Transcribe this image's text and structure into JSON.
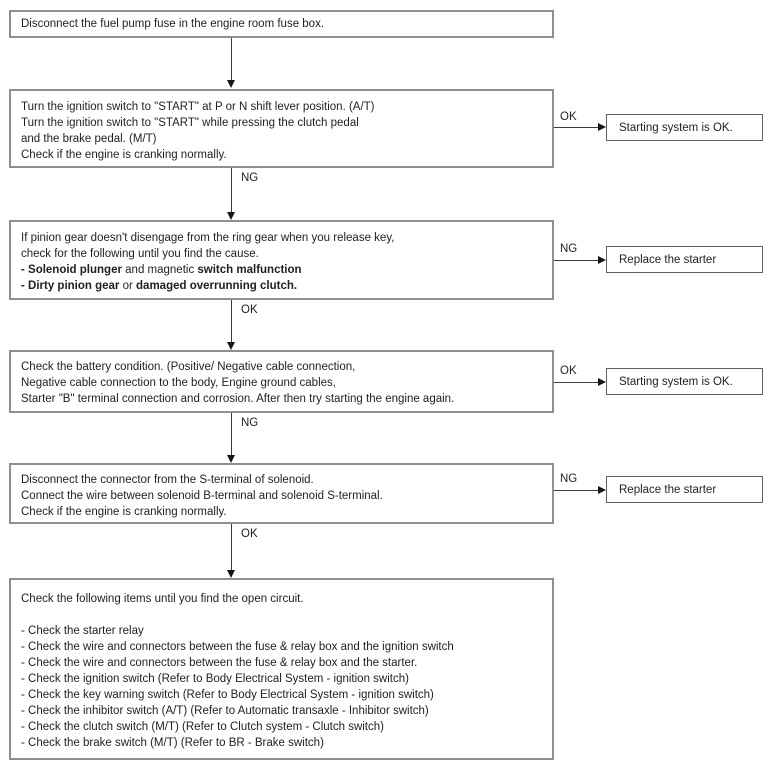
{
  "diagram": {
    "box1": {
      "line1": "Disconnect the fuel pump fuse in the engine room fuse box."
    },
    "box2": {
      "line1": "Turn the ignition switch to \"START\" at P or N shift lever position. (A/T)",
      "line2": "Turn the ignition switch to \"START\" while pressing the clutch pedal",
      "line3": "and the brake pedal. (M/T)",
      "line4": "Check if the engine is cranking normally."
    },
    "box3": {
      "line1": "If pinion gear doesn't disengage from the ring gear when you release key,",
      "line2": "check for the following until you find the cause.",
      "line3a": "- Solenoid plunger",
      "line3b": " and magnetic ",
      "line3c": "switch malfunction",
      "line4a": "- Dirty pinion gear",
      "line4b": " or ",
      "line4c": "damaged overrunning clutch."
    },
    "box4": {
      "line1": "Check the battery condition. (Positive/ Negative cable connection,",
      "line2": "Negative cable connection to the body, Engine ground cables,",
      "line3": "Starter \"B\" terminal connection and corrosion. After then try starting the engine again."
    },
    "box5": {
      "line1": "Disconnect the connector from the S-terminal of solenoid.",
      "line2": "Connect the wire between solenoid B-terminal and solenoid S-terminal.",
      "line3": "Check if the engine is cranking normally."
    },
    "box6": {
      "title": "Check the following items until you find the open circuit.",
      "items": [
        "- Check the starter relay",
        "- Check the wire and connectors between the fuse & relay box and the ignition switch",
        "- Check the wire and connectors between the fuse & relay box and the starter.",
        "- Check the ignition switch (Refer to Body Electrical System - ignition switch)",
        "- Check the key warning switch (Refer to Body Electrical System - ignition switch)",
        "- Check the inhibitor switch (A/T) (Refer to Automatic transaxle - Inhibitor switch)",
        "- Check the clutch switch (M/T) (Refer to Clutch system - Clutch switch)",
        "- Check the brake switch (M/T) (Refer to BR - Brake switch)"
      ]
    },
    "flow_labels": {
      "v2": "NG",
      "v3": "OK",
      "v4": "NG",
      "v5": "OK"
    },
    "branches": {
      "b1_label": "OK",
      "b1_result": "Starting system is OK.",
      "b2_label": "NG",
      "b2_result": "Replace the starter",
      "b3_label": "OK",
      "b3_result": "Starting system is OK.",
      "b4_label": "NG",
      "b4_result": "Replace the starter"
    },
    "colors": {
      "main_box_border": "#8f8f8f",
      "result_box_border": "#5f5f5f",
      "arrow_line": "#3a3a3a",
      "text": "#1f1f1f",
      "background": "#ffffff"
    }
  }
}
